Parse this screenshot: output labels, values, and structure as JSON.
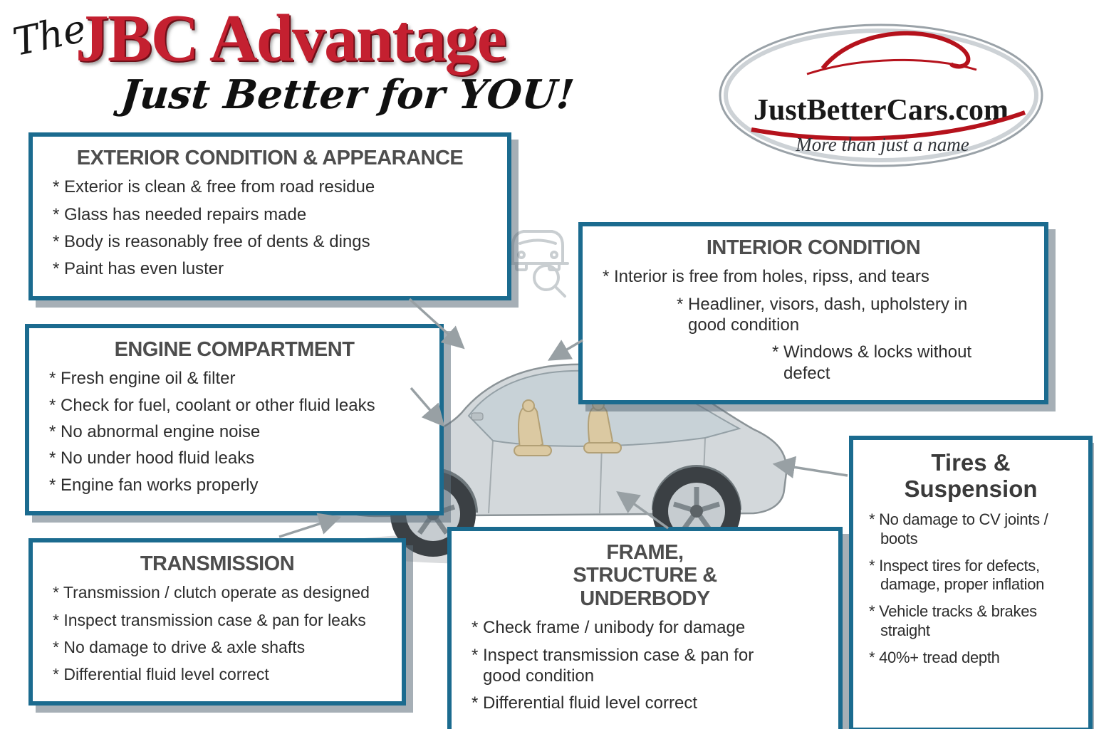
{
  "header": {
    "the": "The",
    "title": "JBC Advantage",
    "subtitle": "Just Better for YOU!"
  },
  "logo": {
    "name": "JustBetterCars.com",
    "tagline": "More than just a name"
  },
  "icons": {
    "inspection": "car-with-magnifier-icon",
    "logo_swoosh": "car-swoosh-icon",
    "illustration": "cutaway-sedan-illustration"
  },
  "colors": {
    "accent_red": "#c42030",
    "logo_red": "#b5121c",
    "box_border": "#1b6b8f",
    "arrow_gray": "#98a0a4"
  },
  "boxes": {
    "exterior": {
      "title": "EXTERIOR CONDITION & APPEARANCE",
      "items": [
        "* Exterior is clean & free from road residue",
        "* Glass has needed repairs made",
        "* Body is reasonably free of dents & dings",
        "* Paint has even luster"
      ]
    },
    "engine": {
      "title": "ENGINE COMPARTMENT",
      "items": [
        "* Fresh engine oil & filter",
        "* Check for fuel, coolant or other fluid leaks",
        "* No abnormal engine noise",
        "* No under hood fluid leaks",
        "* Engine fan works properly"
      ]
    },
    "transmission": {
      "title": "TRANSMISSION",
      "items": [
        "* Transmission / clutch operate as designed",
        "* Inspect transmission case & pan for leaks",
        "* No damage to drive & axle shafts",
        "* Differential fluid level correct"
      ]
    },
    "interior": {
      "title": "INTERIOR CONDITION",
      "items": [
        "* Interior is free from holes, ripss, and tears",
        "* Headliner, visors, dash, upholstery in good condition",
        "* Windows & locks without defect"
      ]
    },
    "frame": {
      "title": "FRAME, STRUCTURE & UNDERBODY",
      "items": [
        "* Check frame / unibody for damage",
        "* Inspect transmission case & pan for good condition",
        "* Differential fluid level correct"
      ]
    },
    "tires": {
      "title": "Tires & Suspension",
      "items": [
        "* No damage to CV joints / boots",
        "* Inspect tires for defects, damage, proper inflation",
        "* Vehicle tracks & brakes straight",
        "* 40%+ tread depth"
      ]
    }
  }
}
